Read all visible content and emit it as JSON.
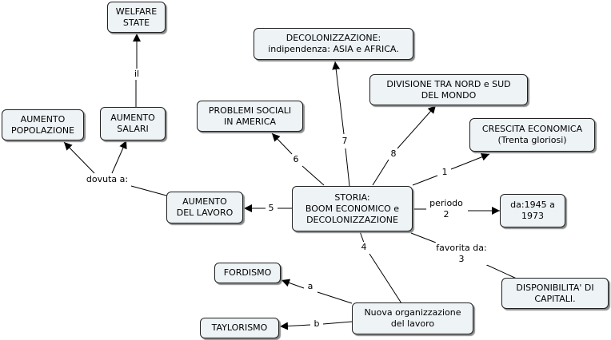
{
  "colors": {
    "node_bg": "#eef3f6",
    "border": "#202020",
    "edge": "#000000"
  },
  "nodes": {
    "center": "STORIA:\nBOOM ECONOMICO e\nDECOLONIZZAZIONE",
    "welfare": "WELFARE\nSTATE",
    "decolonizzazione": "DECOLONIZZAZIONE:\nindipendenza: ASIA e AFRICA.",
    "divisione": "DIVISIONE TRA NORD e SUD\nDEL MONDO",
    "crescita": "CRESCITA ECONOMICA\n(Trenta gloriosi)",
    "problemi": "PROBLEMI SOCIALI\nIN AMERICA",
    "aumento_popolazione": "AUMENTO\nPOPOLAZIONE",
    "aumento_salari": "AUMENTO\nSALARI",
    "aumento_lavoro": "AUMENTO\nDEL LAVORO",
    "data": "da:1945 a\n1973",
    "disponibilita": "DISPONIBILITA' DI\nCAPITALI.",
    "fordismo": "FORDISMO",
    "taylorismo": "TAYLORISMO",
    "nuova_org": "Nuova organizzazione\ndel lavoro"
  },
  "links": {
    "l1": "1",
    "l2": "periodo\n2",
    "l3": "favorita da:\n3",
    "l4": "4",
    "l5": "5",
    "l6": "6",
    "l7": "7",
    "l8": "8",
    "dovuta": "dovuta a:",
    "il": "il",
    "a": "a",
    "b": "b"
  }
}
